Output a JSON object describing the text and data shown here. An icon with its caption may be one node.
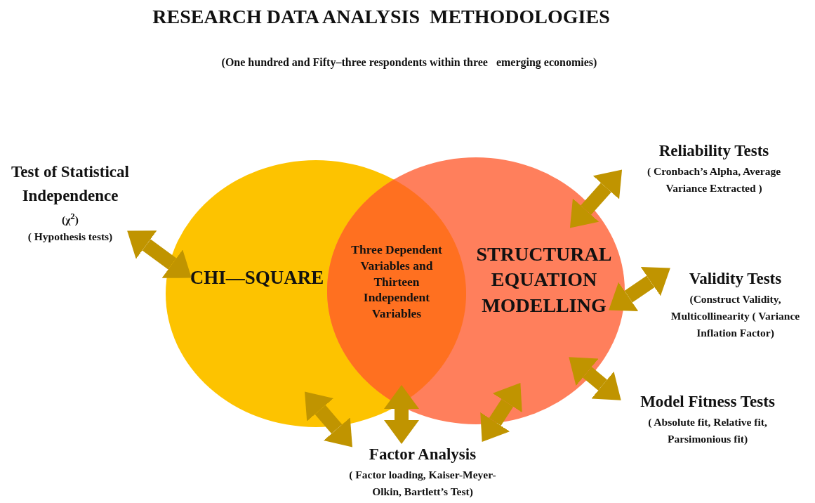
{
  "diagram": {
    "title": "RESEARCH DATA ANALYSIS  METHODOLOGIES",
    "nodes": [
      {
        "text": [
          "CHI—SQUARE"
        ]
      },
      {
        "text": [
          "STRUCTURAL EQUATION MODELLING"
        ]
      },
      {
        "text": [
          "Three Dependent Variables and Thirteen Independent Variables"
        ]
      },
      {
        "text": [
          "Test of Statistical Independence",
          "(χ$^{2}$)",
          "( Hypothesis tests)"
        ]
      },
      {
        "text": [
          "Reliability Tests",
          "( Cronbach’s Alpha, Average Variance Extracted )"
        ]
      },
      {
        "text": [
          "Validity Tests",
          "(Construct Validity, Multicollinearity ( Variance Inflation Factor)"
        ]
      },
      {
        "text": [
          "Model Fitness Tests",
          "( Absolute fit, Relative fit, Parsimonious fit)"
        ]
      },
      {
        "text": [
          "Factor Analysis",
          "( Factor loading, Kaiser-Meyer-Olkin, Bartlett’s Test)"
        ]
      }
    ],
    "edges": [
      {
        "from": 3,
        "to": 0,
        "arrow": "both"
      },
      {
        "from": 4,
        "to": 1,
        "arrow": "both"
      },
      {
        "from": 5,
        "to": 1,
        "arrow": "both"
      },
      {
        "from": 6,
        "to": 1,
        "arrow": "both"
      },
      {
        "from": 7,
        "to": 0,
        "arrow": "both"
      },
      {
        "from": 7,
        "to": 2,
        "arrow": "both"
      },
      {
        "from": 7,
        "to": 1,
        "arrow": "both"
      }
    ],
    "labels": [
      "(One hundred and Fifty–three respondents within three   emerging economies)"
    ]
  }
}
